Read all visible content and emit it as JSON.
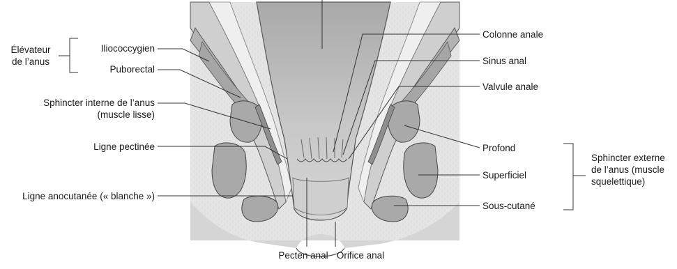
{
  "labels": {
    "levator_group": "Élévateur\nde l’anus",
    "iliococcygeus": "Iliococcygien",
    "puborectal": "Puborectal",
    "internal_sphincter": "Sphincter interne de l’anus\n(muscle lisse)",
    "pectinate_line": "Ligne pectinée",
    "anocutaneous_line": "Ligne anocutanée (« blanche »)",
    "anal_column": "Colonne anale",
    "anal_sinus": "Sinus anal",
    "anal_valve": "Valvule anale",
    "deep": "Profond",
    "superficial": "Superficiel",
    "subcutaneous": "Sous-cutané",
    "external_sphincter_group": "Sphincter externe\nde l’anus (muscle\nsquelettique)",
    "anal_pecten": "Pecten anal",
    "anal_orifice": "Orifice anal"
  },
  "colors": {
    "background": "#ffffff",
    "tissue_light": "#e6e6e6",
    "tissue_mid": "#c9c9c9",
    "muscle": "#a9a9a9",
    "lumen": "#bdbdbd",
    "line": "#333333"
  }
}
